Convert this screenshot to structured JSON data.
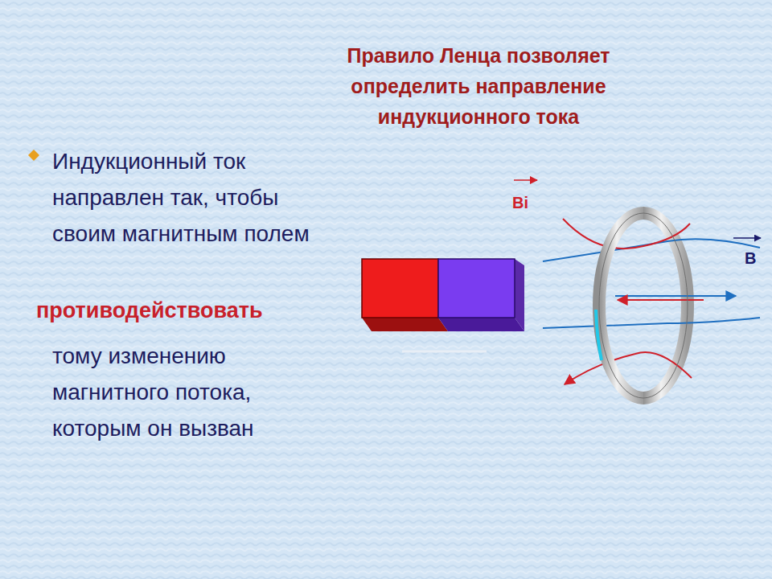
{
  "diagram": {
    "title": "Правило Ленца позволяет определить направление индукционного тока",
    "labels": [
      "Индукционный ток направлен так, чтобы своим магнитным полем",
      "противодействовать",
      "тому изменению магнитного потока, которым он вызван",
      "Bi",
      "B"
    ]
  }
}
